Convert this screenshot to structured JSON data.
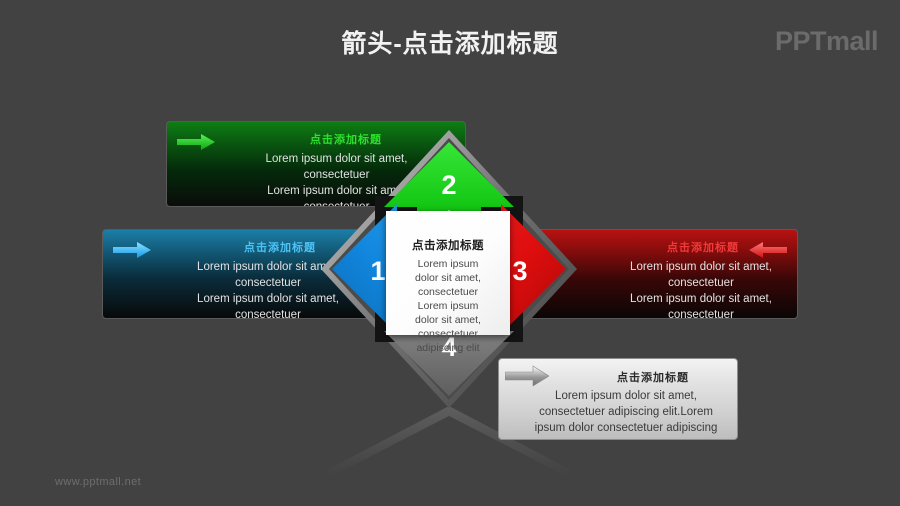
{
  "slide": {
    "title": "箭头-点击添加标题",
    "logo": "PPTmall",
    "footer_url": "www.pptmall.net",
    "background_color": "#424242"
  },
  "center": {
    "heading": "点击添加标题",
    "body_lines": [
      "Lorem ipsum",
      "dolor sit amet,",
      "consectetuer",
      "Lorem ipsum",
      "dolor sit amet,",
      "consectetuer",
      "adipiscing elit"
    ]
  },
  "arrows": [
    {
      "number": "1",
      "direction": "left",
      "color": "#1496e8",
      "label": "blue-arrow-left"
    },
    {
      "number": "2",
      "direction": "up",
      "color": "#1fd01f",
      "label": "green-arrow-up"
    },
    {
      "number": "3",
      "direction": "right",
      "color": "#e81010",
      "label": "red-arrow-right"
    },
    {
      "number": "4",
      "direction": "down",
      "color": "#7a7a7a",
      "label": "gray-arrow-down"
    }
  ],
  "panels": {
    "green": {
      "heading": "点击添加标题",
      "accent_color": "#2ee02e",
      "body_lines": [
        "Lorem ipsum dolor sit amet,",
        "consectetuer",
        "Lorem ipsum dolor sit amet",
        "consectetuer"
      ]
    },
    "blue": {
      "heading": "点击添加标题",
      "accent_color": "#4cc3f5",
      "body_lines": [
        "Lorem ipsum dolor sit amet,",
        "consectetuer",
        "Lorem ipsum dolor sit amet,",
        "consectetuer"
      ]
    },
    "red": {
      "heading": "点击添加标题",
      "accent_color": "#f03a3a",
      "body_lines": [
        "Lorem ipsum dolor sit amet,",
        "consectetuer",
        "Lorem ipsum dolor sit amet,",
        "consectetuer"
      ]
    },
    "gray": {
      "heading": "点击添加标题",
      "accent_color": "#2b2b2b",
      "body_lines": [
        "Lorem ipsum dolor sit amet,",
        "consectetuer adipiscing elit.Lorem",
        "ipsum dolor consectetuer adipiscing"
      ]
    }
  }
}
